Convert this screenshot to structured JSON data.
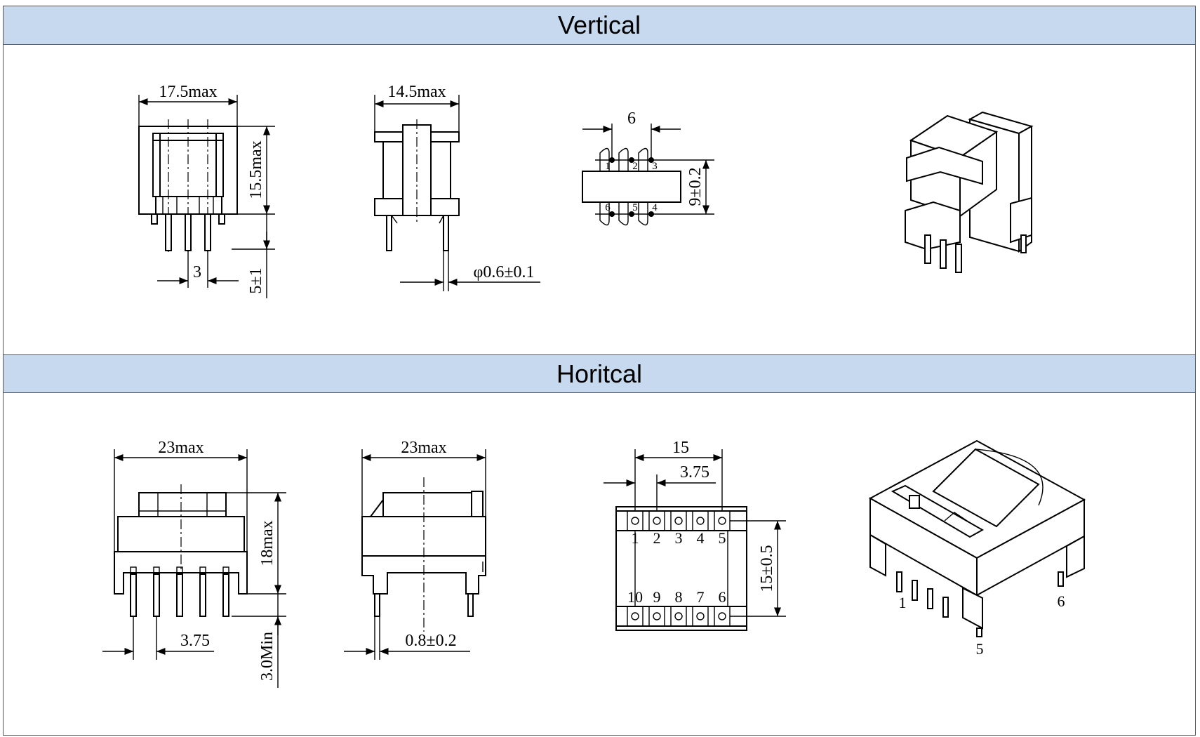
{
  "sections": {
    "vertical_title": "Vertical",
    "horizontal_title": "Horitcal"
  },
  "vertical": {
    "front_width": "17.5max",
    "front_height": "15.5max",
    "front_pitch": "3",
    "front_pin_len": "5±1",
    "side_width": "14.5max",
    "side_pin_dia": "φ0.6±0.1",
    "bottom_pitch": "6",
    "bottom_row": "9±0.2",
    "pins_top": [
      "1",
      "2",
      "3"
    ],
    "pins_bottom": [
      "6",
      "5",
      "4"
    ]
  },
  "horizontal": {
    "front_width": "23max",
    "front_height": "18max",
    "front_pitch": "3.75",
    "front_pin_len": "3.0Min",
    "side_width": "23max",
    "side_pin_dia": "0.8±0.2",
    "bottom_span": "15",
    "bottom_pitch": "3.75",
    "bottom_row": "15±0.5",
    "pins_top": [
      "1",
      "2",
      "3",
      "4",
      "5"
    ],
    "pins_bottom": [
      "10",
      "9",
      "8",
      "7",
      "6"
    ],
    "iso_pin_labels": [
      "1",
      "5",
      "6"
    ]
  }
}
